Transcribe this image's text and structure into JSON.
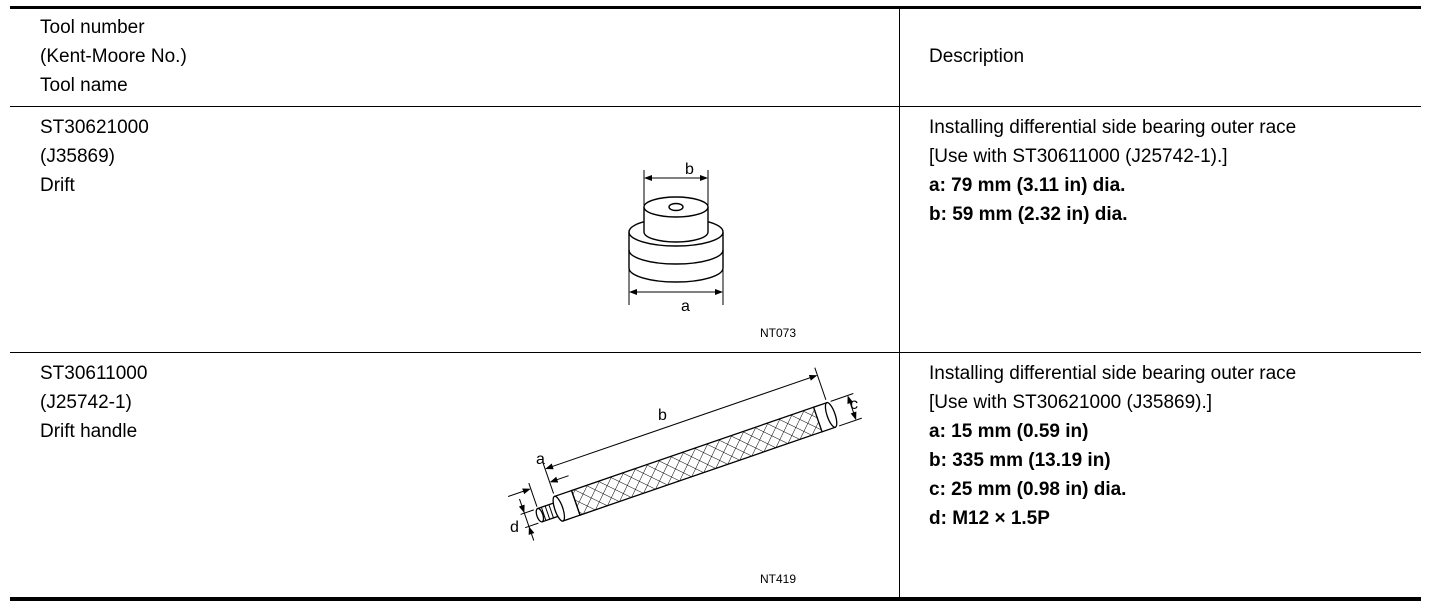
{
  "header": {
    "tool_col": [
      "Tool number",
      "(Kent-Moore No.)",
      "Tool name"
    ],
    "description_col": "Description"
  },
  "rows": [
    {
      "tool_number": "ST30621000",
      "kent_moore": "(J35869)",
      "tool_name": "Drift",
      "figure_code": "NT073",
      "figure_labels": {
        "a": "a",
        "b": "b"
      },
      "description": "Installing differential side bearing outer race",
      "use_with": "[Use with ST30611000 (J25742-1).]",
      "specs": [
        "a: 79 mm (3.11 in) dia.",
        "b: 59 mm (2.32 in) dia."
      ]
    },
    {
      "tool_number": "ST30611000",
      "kent_moore": "(J25742-1)",
      "tool_name": "Drift handle",
      "figure_code": "NT419",
      "figure_labels": {
        "a": "a",
        "b": "b",
        "c": "c",
        "d": "d"
      },
      "description": "Installing differential side bearing outer race",
      "use_with": "[Use with ST30621000 (J35869).]",
      "specs": [
        "a: 15 mm (0.59 in)",
        "b: 335 mm (13.19 in)",
        "c: 25 mm (0.98 in) dia.",
        "d: M12 × 1.5P"
      ]
    }
  ]
}
